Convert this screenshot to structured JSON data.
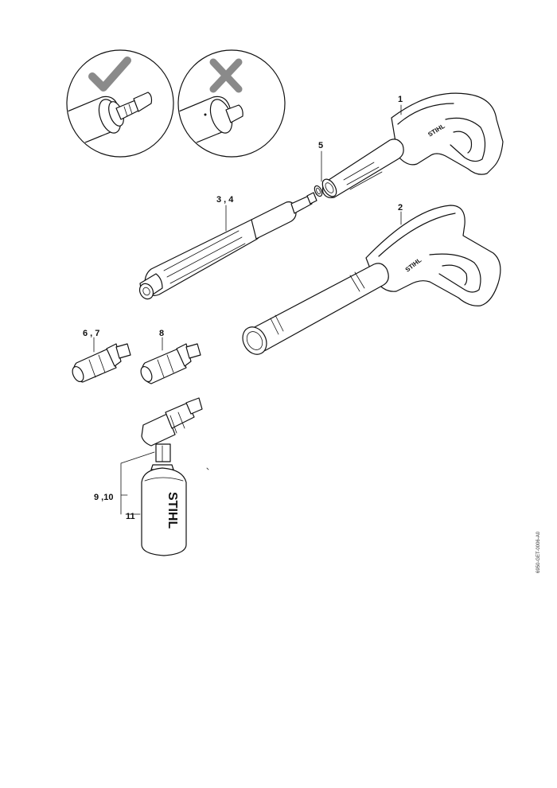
{
  "callouts": {
    "gun_short": "1",
    "gun_long": "2",
    "lance": "3 , 4",
    "oring": "5",
    "nozzle_a": "6 , 7",
    "nozzle_b": "8",
    "foam_nozzle": "9 ,10",
    "foam_bottle": "11"
  },
  "brand_text": {
    "gun_short": "STIHL",
    "gun_long": "STIHL",
    "bottle": "STIHL"
  },
  "figure_code": "6950-GET-0006-A0",
  "icons": {
    "correct": "check-icon",
    "incorrect": "cross-icon"
  },
  "colors": {
    "line": "#111111",
    "mark": "#8a8a8a",
    "background": "#ffffff"
  }
}
